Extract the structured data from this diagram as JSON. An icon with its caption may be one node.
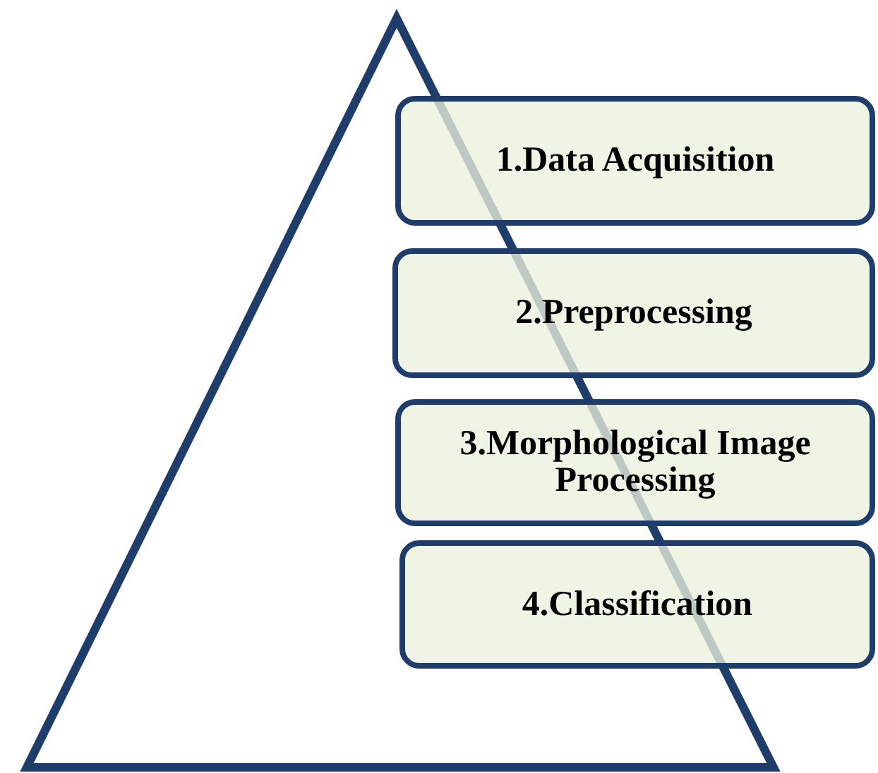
{
  "diagram": {
    "nodes": [
      {
        "text": [
          "1.Data Acquisition"
        ]
      },
      {
        "text": [
          "2.Preprocessing"
        ]
      },
      {
        "text": [
          "3.Morphological Image Processing"
        ]
      },
      {
        "text": [
          "4.Classification"
        ]
      }
    ],
    "edges": []
  }
}
